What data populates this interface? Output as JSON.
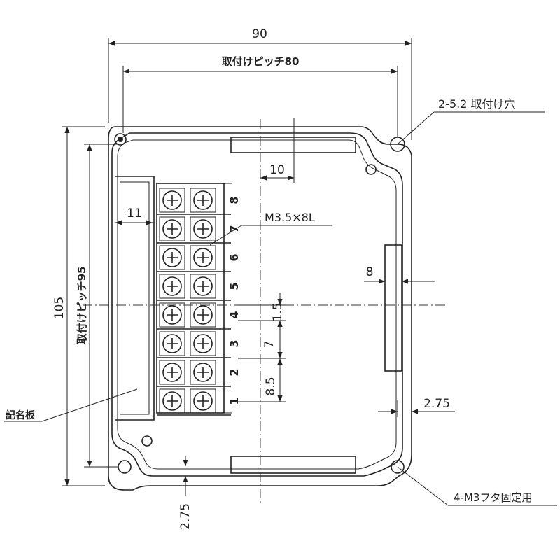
{
  "dimensions": {
    "overall_width": "90",
    "mount_pitch_width": "取付けピッチ80",
    "overall_height": "105",
    "mount_pitch_height": "取付けピッチ95",
    "slot_width": "10",
    "nameplate_width": "11",
    "side_slot": "8",
    "edge_offset_right": "2.75",
    "edge_offset_bottom": "2.75",
    "term_offset": "1.5",
    "term_pitch_a": "7",
    "term_pitch_b": "8.5"
  },
  "callouts": {
    "mount_holes": "2-5.2 取付け穴",
    "screw": "M3.5×8L",
    "cover_screws": "4-M3フタ固定用",
    "nameplate": "記名板"
  },
  "terminals": [
    "8",
    "7",
    "6",
    "5",
    "4",
    "3",
    "2",
    "1"
  ]
}
